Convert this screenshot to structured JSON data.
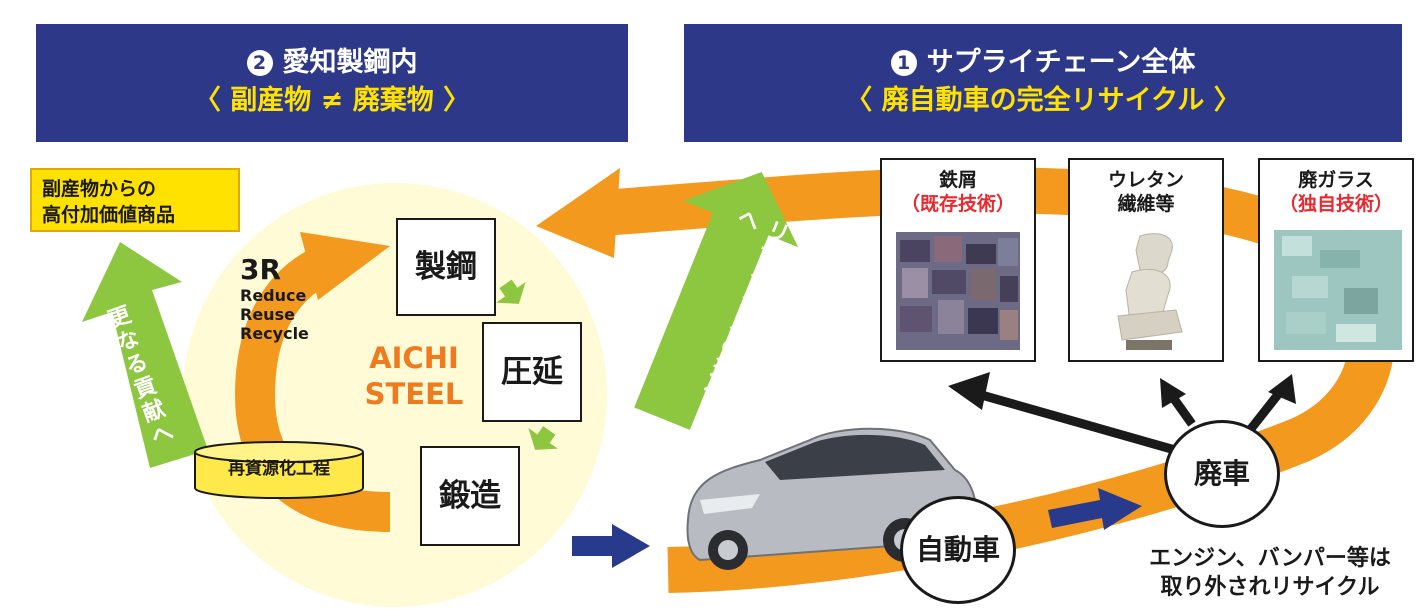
{
  "left_banner": {
    "number": "2",
    "title": "愛知製鋼内",
    "subtitle": "〈 副産物 ≠ 廃棄物 〉"
  },
  "right_banner": {
    "number": "1",
    "title": "サプライチェーン全体",
    "subtitle": "〈 廃自動車の完全リサイクル 〉"
  },
  "byproduct_box": {
    "line1": "副産物からの",
    "line2": "高付加価値商品"
  },
  "further_arrow_label": "更なる貢献へ",
  "recycle_process_label": "再資源化工程",
  "three_r": {
    "title": "3R",
    "items": [
      "Reduce",
      "Reuse",
      "Recycle"
    ]
  },
  "company": {
    "line1": "AICHI",
    "line2": "STEEL"
  },
  "process_steps": [
    "製鋼",
    "圧延",
    "鍛造"
  ],
  "evolution_arrow_label": "リサイクルの進化へ",
  "materials": [
    {
      "name": "鉄屑",
      "note": "（既存技術）"
    },
    {
      "name": "ウレタン",
      "note": "繊維等"
    },
    {
      "name": "廃ガラス",
      "note": "（独自技術）"
    }
  ],
  "car_label": "自動車",
  "scrap_label": "廃車",
  "caption": {
    "line1": "エンジン、バンパー等は",
    "line2": "取り外されリサイクル"
  },
  "colors": {
    "navy": "#2d3888",
    "orange": "#f39a1e",
    "yellow": "#ffe200",
    "green": "#8dc63f",
    "pale_yellow": "#fffbd6",
    "red": "#e8292e",
    "navy_arrow": "#283a8c"
  }
}
